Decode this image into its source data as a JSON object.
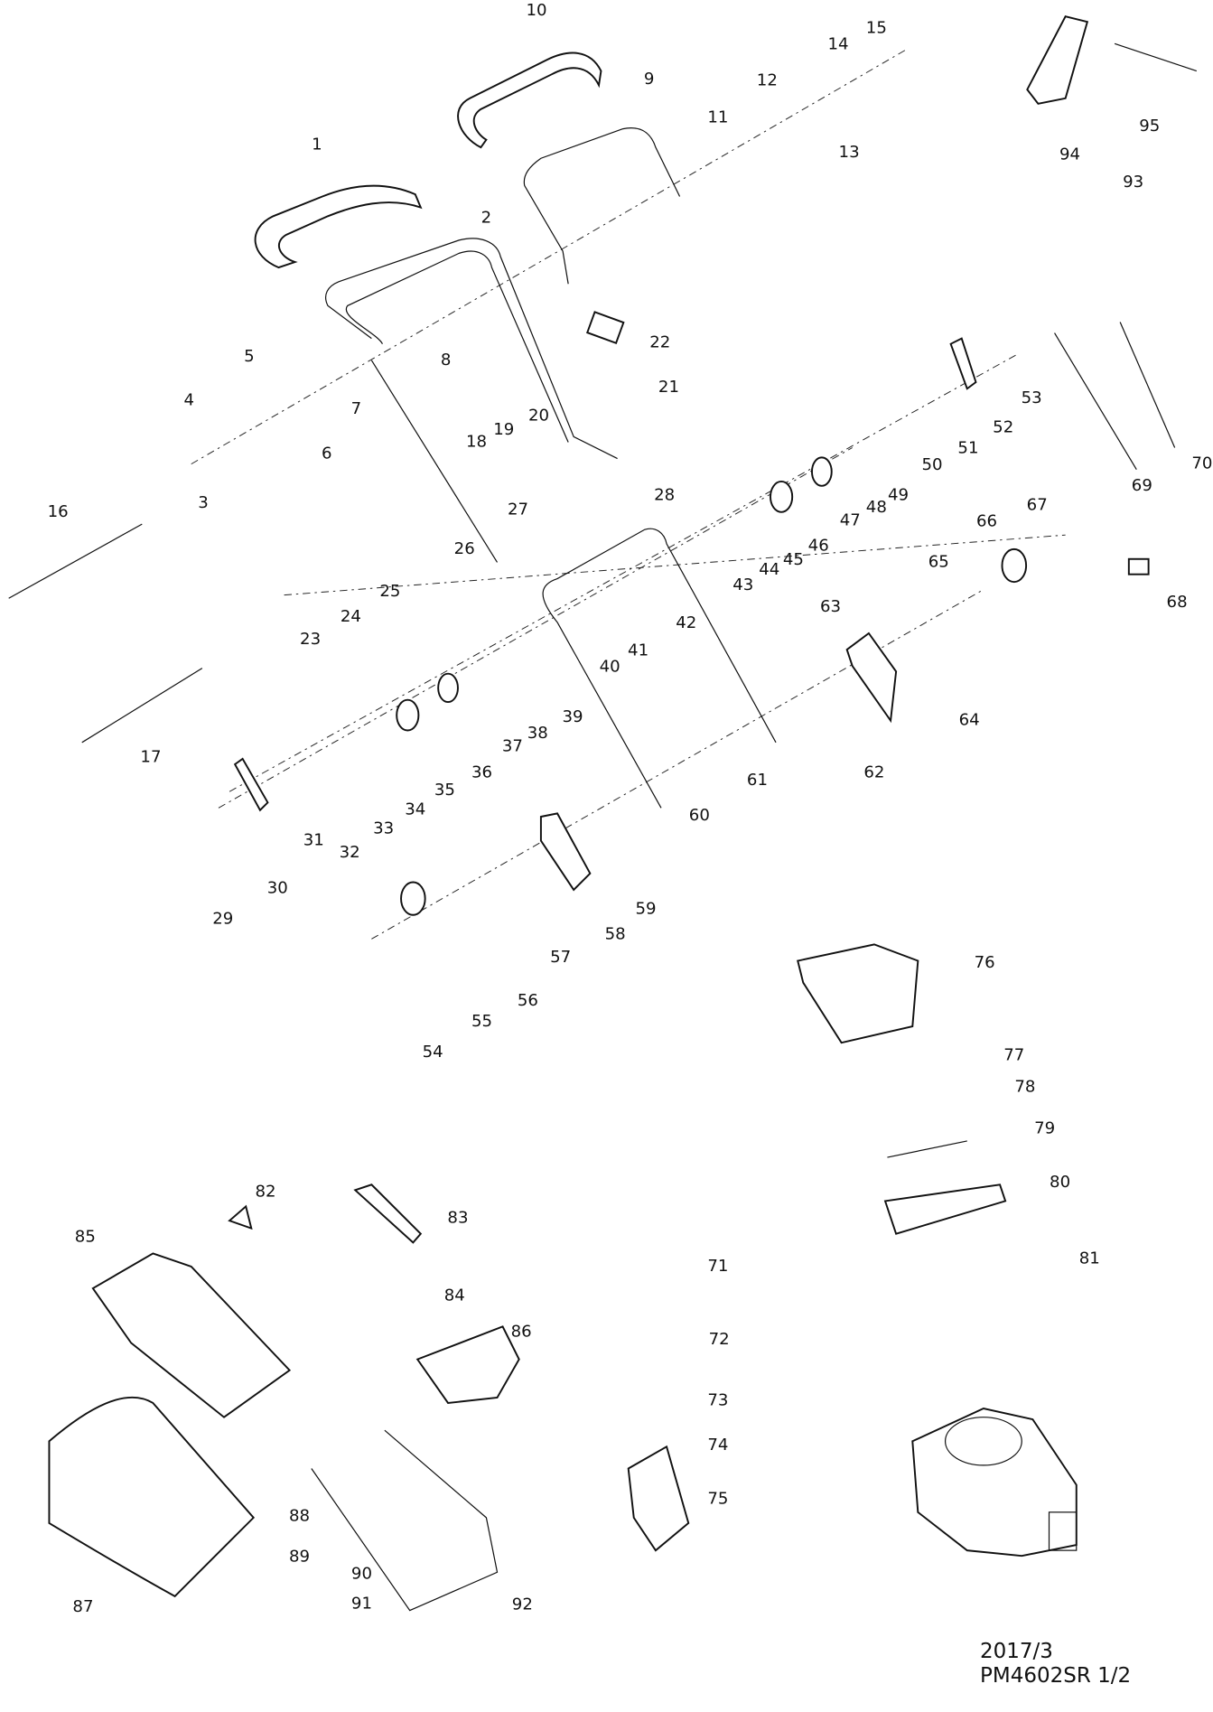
{
  "diagram": {
    "part_numbers": [
      "1",
      "2",
      "3",
      "4",
      "5",
      "6",
      "7",
      "8",
      "9",
      "10",
      "11",
      "12",
      "13",
      "14",
      "15",
      "16",
      "17",
      "18",
      "19",
      "20",
      "21",
      "22",
      "23",
      "24",
      "25",
      "26",
      "27",
      "28",
      "29",
      "30",
      "31",
      "32",
      "33",
      "34",
      "35",
      "36",
      "37",
      "38",
      "39",
      "40",
      "41",
      "42",
      "43",
      "44",
      "45",
      "46",
      "47",
      "48",
      "49",
      "50",
      "51",
      "52",
      "53",
      "54",
      "55",
      "56",
      "57",
      "58",
      "59",
      "60",
      "61",
      "62",
      "63",
      "64",
      "65",
      "66",
      "67",
      "68",
      "69",
      "70",
      "71",
      "72",
      "73",
      "74",
      "75",
      "76",
      "77",
      "78",
      "79",
      "80",
      "81",
      "82",
      "83",
      "84",
      "85",
      "86",
      "87",
      "88",
      "89",
      "90",
      "91",
      "92",
      "93",
      "94",
      "95"
    ]
  },
  "footer": {
    "date": "2017/3",
    "model_page": "PM4602SR  1/2"
  }
}
